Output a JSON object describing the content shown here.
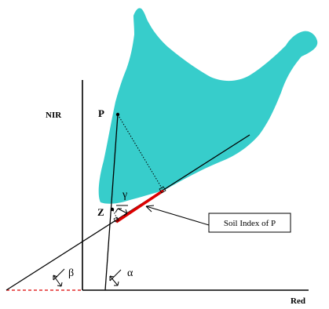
{
  "labels": {
    "axis_y": "NIR",
    "axis_x": "Red",
    "point_p": "P",
    "point_z": "Z",
    "gamma": "γ",
    "beta": "β",
    "alpha": "α"
  },
  "callout": {
    "text": "Soil Index of P"
  },
  "colors": {
    "cloud": "#37cdcb",
    "soil_index": "#dd0000",
    "baseline_extension": "#dd0000",
    "lines": "#000000"
  }
}
